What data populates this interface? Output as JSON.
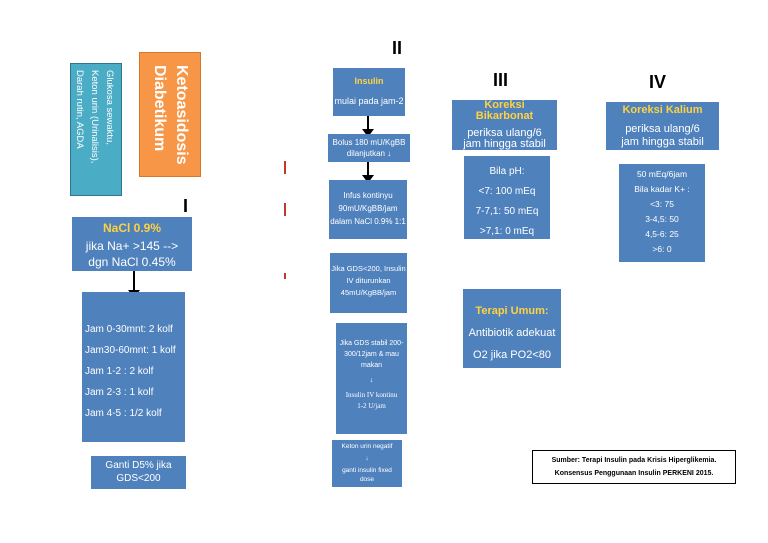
{
  "roman": {
    "i": "I",
    "ii": "II",
    "iii": "III",
    "iv": "IV"
  },
  "left_vertical": {
    "line1": "Glukosa sewaktu,",
    "line2": "Keton urin (Urinalisis),",
    "line3": "Darah rutin, AGDA"
  },
  "title_box": {
    "line1": "Ketoasidosis",
    "line2": "Diabetikum"
  },
  "nacl": {
    "title": "NaCl 0.9%",
    "line1": "jika Na+ >145 -->",
    "line2": "dgn NaCl 0.45%"
  },
  "jam": {
    "items": [
      "Jam 0-30mnt: 2 kolf",
      "Jam30-60mnt: 1 kolf",
      "Jam 1-2 : 2 kolf",
      "Jam 2-3 : 1 kolf",
      "Jam 4-5 : 1/2 kolf"
    ]
  },
  "ganti": {
    "line1": "Ganti D5% jika",
    "line2": "GDS<200"
  },
  "insulin": {
    "title": "Insulin",
    "sub": "mulai pada jam-2"
  },
  "bolus": {
    "line1": "Bolus  180 mU/KgBB",
    "line2": "dilanjutkan ↓"
  },
  "infus": {
    "line1": "Infus kontinyu",
    "line2": "90mU/KgBB/jam",
    "line3": "dalam NaCl 0.9% 1:1"
  },
  "gds200": {
    "line1": "Jika GDS<200, Insulin",
    "line2": "IV diturunkan",
    "line3": "45mU/KgBB/jam"
  },
  "gds_stabil": {
    "line1": "Jika GDS stabil 200-",
    "line2": "300/12jam & mau",
    "line3": "makan",
    "arrow": "↓",
    "line4": "Insulin IV kontinu",
    "line5": "1-2 U/jam"
  },
  "keton": {
    "line1": "Keton urin negatif",
    "arrow": "↓",
    "line2": "ganti insulin fixed",
    "line3": "dose"
  },
  "bikarbonat": {
    "title1": "Koreksi",
    "title2": "Bikarbonat",
    "line1": "periksa ulang/6",
    "line2": "jam hingga stabil"
  },
  "ph": {
    "title": "Bila pH:",
    "items": [
      "<7: 100 mEq",
      "7-7,1: 50 mEq",
      ">7,1: 0 mEq"
    ]
  },
  "terapi": {
    "title": "Terapi Umum:",
    "line1": "Antibiotik adekuat",
    "line2": "O2 jika PO2<80"
  },
  "kalium": {
    "title": "Koreksi Kalium",
    "line1": "periksa ulang/6",
    "line2": "jam hingga stabil"
  },
  "kalium_detail": {
    "items": [
      "50 mEq/6jam",
      "Bila kadar K+ :",
      "<3: 75",
      "3-4,5: 50",
      "4,5-6: 25",
      ">6: 0"
    ]
  },
  "source": {
    "line1": "Sumber: Terapi Insulin pada Krisis Hiperglikemia.",
    "line2": "Konsensus Penggunaan Insulin PERKENI 2015."
  },
  "colors": {
    "box": "#4f81bd",
    "title_box": "#f79646",
    "highlight": "#ffd23f",
    "light_box": "#4bacc6"
  }
}
